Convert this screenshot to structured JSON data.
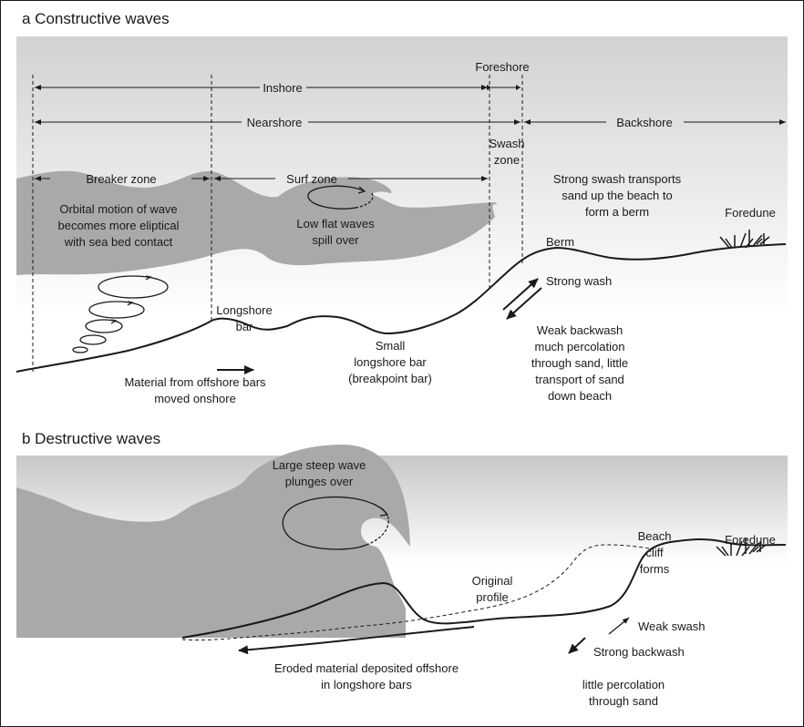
{
  "panel_a": {
    "title": "a  Constructive waves",
    "foreshore": "Foreshore",
    "inshore": "Inshore",
    "nearshore": "Nearshore",
    "backshore": "Backshore",
    "swash_zone": [
      "Swash",
      "zone"
    ],
    "breaker_zone": "Breaker zone",
    "surf_zone": "Surf zone",
    "orbital": [
      "Orbital motion of wave",
      "becomes more eliptical",
      "with sea bed contact"
    ],
    "low_flat": [
      "Low flat waves",
      "spill over"
    ],
    "strong_swash": [
      "Strong swash transports",
      "sand up the beach to",
      "form a berm"
    ],
    "foredune": "Foredune",
    "berm": "Berm",
    "strong_wash": "Strong wash",
    "longshore_bar": [
      "Longshore",
      "bar"
    ],
    "small_bar": [
      "Small",
      "longshore bar",
      "(breakpoint bar)"
    ],
    "weak_backwash": [
      "Weak backwash",
      "much percolation",
      "through sand, little",
      "transport of sand",
      "down beach"
    ],
    "material": [
      "Material from offshore bars",
      "moved onshore"
    ]
  },
  "panel_b": {
    "title": "b  Destructive waves",
    "large_steep": [
      "Large steep wave",
      "plunges over"
    ],
    "beach_cliff": [
      "Beach",
      "cliff",
      "forms"
    ],
    "foredune": "Foredune",
    "original_profile": [
      "Original",
      "profile"
    ],
    "weak_swash": "Weak swash",
    "strong_backwash": "Strong backwash",
    "percolation": [
      "little percolation",
      "through sand"
    ],
    "eroded": [
      "Eroded material deposited offshore",
      "in longshore bars"
    ]
  }
}
